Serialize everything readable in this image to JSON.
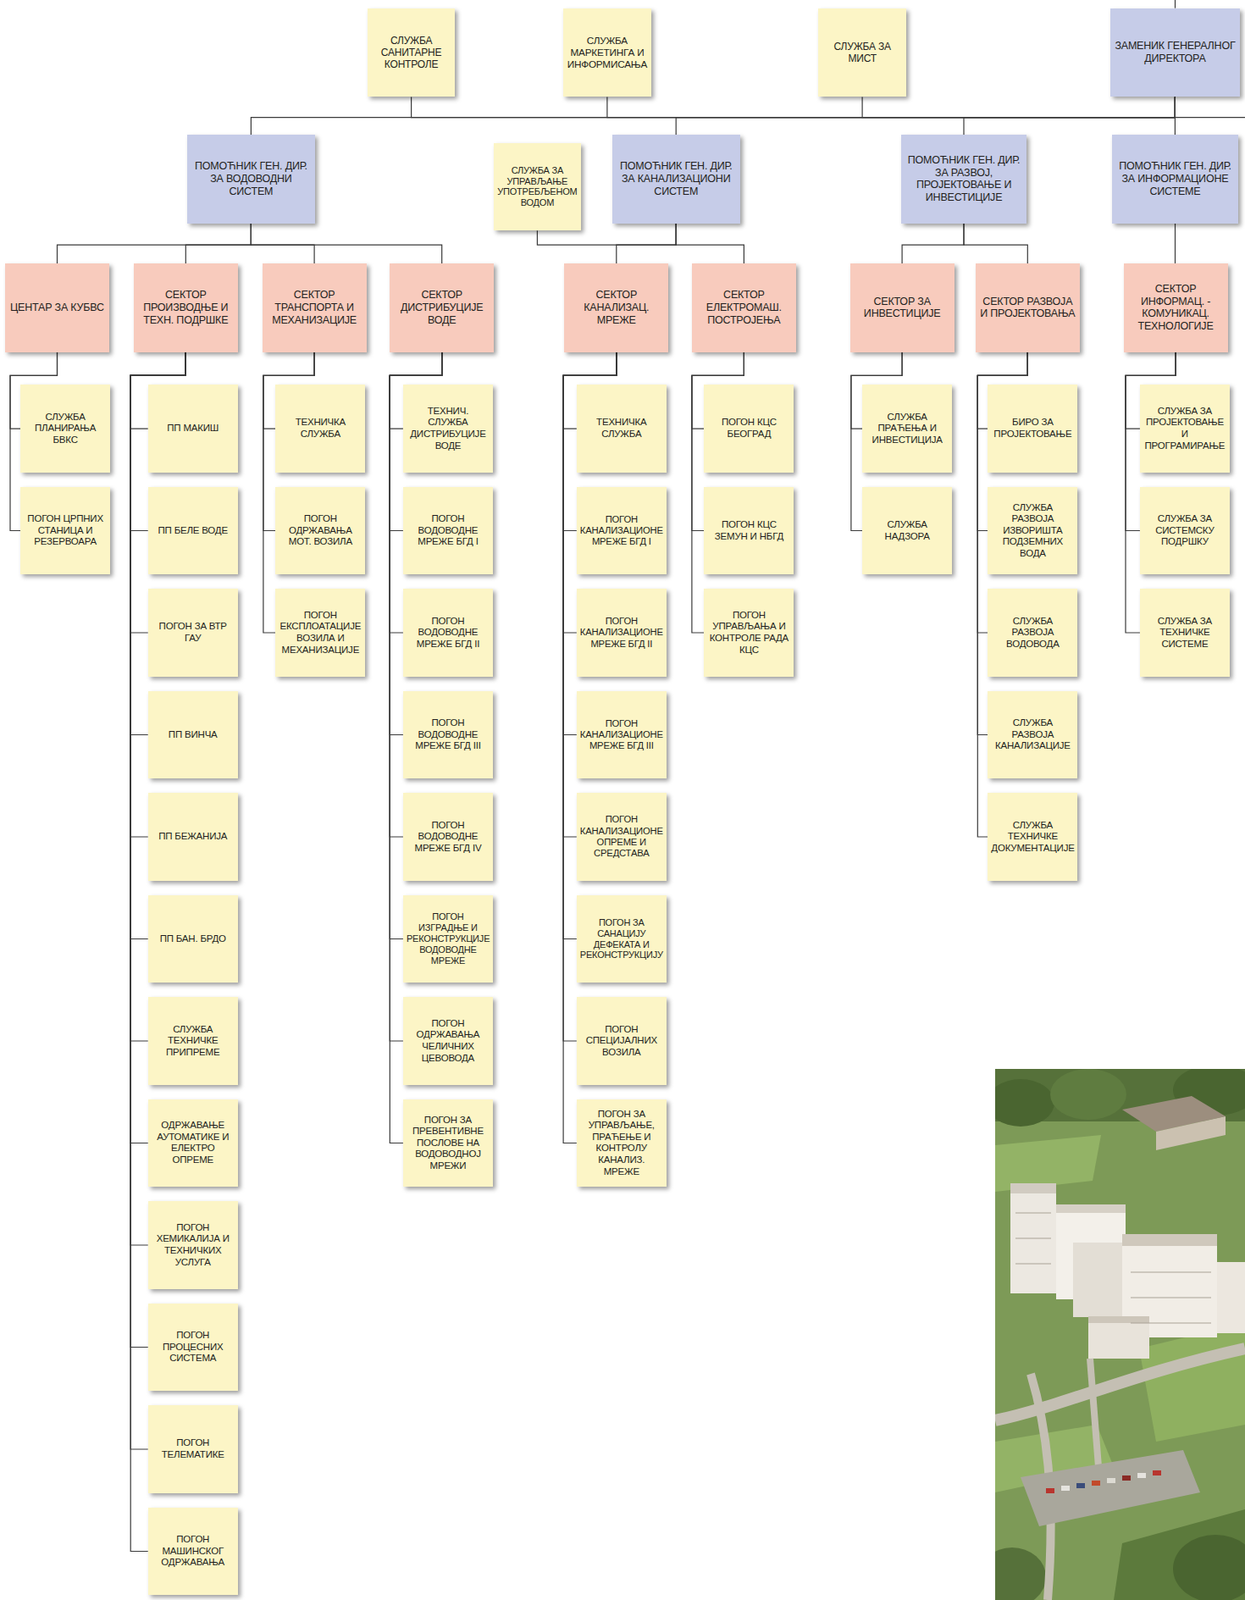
{
  "diagram": {
    "nodes": [
      {
        "text": [
          "СЛУЖБА САНИТАРНЕ КОНТРОЛЕ"
        ]
      },
      {
        "text": [
          "СЛУЖБА МАРКЕТИНГА И ИНФОРМИСАЊА"
        ]
      },
      {
        "text": [
          "СЛУЖБА ЗА МИСТ"
        ]
      },
      {
        "text": [
          "ЗАМЕНИК ГЕНЕРАЛНОГ ДИРЕКТОРА"
        ]
      },
      {
        "text": [
          "ПОМОЋНИК ГЕН. ДИР. ЗА ВОДОВОДНИ СИСТЕМ"
        ]
      },
      {
        "text": [
          "СЛУЖБА ЗА УПРАВЉАЊЕ УПОТРЕБЉЕНОМ ВОДОМ"
        ]
      },
      {
        "text": [
          "ПОМОЋНИК ГЕН. ДИР. ЗА КАНАЛИЗАЦИОНИ СИСТЕМ"
        ]
      },
      {
        "text": [
          "ПОМОЋНИК ГЕН. ДИР. ЗА РАЗВОЈ, ПРОЈЕКТОВАЊЕ И ИНВЕСТИЦИЈЕ"
        ]
      },
      {
        "text": [
          "ПОМОЋНИК ГЕН. ДИР. ЗА ИНФОРМАЦИОНЕ СИСТЕМЕ"
        ]
      },
      {
        "text": [
          "ЦЕНТАР ЗА КУБВС"
        ]
      },
      {
        "text": [
          "СЕКТОР ПРОИЗВОДЊЕ И ТЕХН. ПОДРШКЕ"
        ]
      },
      {
        "text": [
          "СЕКТОР ТРАНСПОРТА И МЕХАНИЗАЦИЈЕ"
        ]
      },
      {
        "text": [
          "СЕКТОР ДИСТРИБУЦИЈЕ ВОДЕ"
        ]
      },
      {
        "text": [
          "СЕКТОР КАНАЛИЗАЦ. МРЕЖЕ"
        ]
      },
      {
        "text": [
          "СЕКТОР ЕЛЕКТРОМАШ. ПОСТРОЈЕЊА"
        ]
      },
      {
        "text": [
          "СЕКТОР ЗА ИНВЕСТИЦИЈЕ"
        ]
      },
      {
        "text": [
          "СЕКТОР РАЗВОЈА И ПРОЈЕКТОВАЊА"
        ]
      },
      {
        "text": [
          "СЕКТОР ИНФОРМАЦ. - КОМУНИКАЦ. ТЕХНОЛОГИЈЕ"
        ]
      },
      {
        "text": [
          "СЛУЖБА ПЛАНИРАЊА БВКС"
        ]
      },
      {
        "text": [
          "ПОГОН ЦРПНИХ СТАНИЦА И РЕЗЕРВОАРА"
        ]
      },
      {
        "text": [
          "ПП МАКИШ"
        ]
      },
      {
        "text": [
          "ПП БЕЛЕ ВОДЕ"
        ]
      },
      {
        "text": [
          "ПОГОН ЗА ВТР ГАУ"
        ]
      },
      {
        "text": [
          "ПП ВИНЧА"
        ]
      },
      {
        "text": [
          "ПП БЕЖАНИЈА"
        ]
      },
      {
        "text": [
          "ПП БАН. БРДО"
        ]
      },
      {
        "text": [
          "СЛУЖБА ТЕХНИЧКЕ ПРИПРЕМЕ"
        ]
      },
      {
        "text": [
          "ОДРЖАВАЊЕ АУТОМАТИКЕ И ЕЛЕКТРО ОПРЕМЕ"
        ]
      },
      {
        "text": [
          "ПОГОН ХЕМИКАЛИЈА И ТЕХНИЧКИХ УСЛУГА"
        ]
      },
      {
        "text": [
          "ПОГОН ПРОЦЕСНИХ СИСТЕМА"
        ]
      },
      {
        "text": [
          "ПОГОН ТЕЛЕМАТИКЕ"
        ]
      },
      {
        "text": [
          "ПОГОН МАШИНСКОГ ОДРЖАВАЊА"
        ]
      },
      {
        "text": [
          "ТЕХНИЧКА СЛУЖБА"
        ]
      },
      {
        "text": [
          "ПОГОН ОДРЖАВАЊА МОТ. ВОЗИЛА"
        ]
      },
      {
        "text": [
          "ПОГОН ЕКСПЛОАТАЦИЈЕ ВОЗИЛА И МЕХАНИЗАЦИЈЕ"
        ]
      },
      {
        "text": [
          "ТЕХНИЧ. СЛУЖБА ДИСТРИБУЦИЈЕ ВОДЕ"
        ]
      },
      {
        "text": [
          "ПОГОН ВОДОВОДНЕ МРЕЖЕ БГД I"
        ]
      },
      {
        "text": [
          "ПОГОН ВОДОВОДНЕ МРЕЖЕ БГД II"
        ]
      },
      {
        "text": [
          "ПОГОН ВОДОВОДНЕ МРЕЖЕ БГД III"
        ]
      },
      {
        "text": [
          "ПОГОН ВОДОВОДНЕ МРЕЖЕ БГД IV"
        ]
      },
      {
        "text": [
          "ПОГОН ИЗГРАДЊЕ И РЕКОНСТРУКЦИЈЕ ВОДОВОДНЕ МРЕЖЕ"
        ]
      },
      {
        "text": [
          "ПОГОН ОДРЖАВАЊА ЧЕЛИЧНИХ ЦЕВОВОДА"
        ]
      },
      {
        "text": [
          "ПОГОН ЗА ПРЕВЕНТИВНЕ ПОСЛОВЕ НА ВОДОВОДНОЈ МРЕЖИ"
        ]
      },
      {
        "text": [
          "ТЕХНИЧКА СЛУЖБА"
        ]
      },
      {
        "text": [
          "ПОГОН КАНАЛИЗАЦИОНЕ МРЕЖЕ БГД I"
        ]
      },
      {
        "text": [
          "ПОГОН КАНАЛИЗАЦИОНЕ МРЕЖЕ БГД II"
        ]
      },
      {
        "text": [
          "ПОГОН КАНАЛИЗАЦИОНЕ МРЕЖЕ БГД III"
        ]
      },
      {
        "text": [
          "ПОГОН КАНАЛИЗАЦИОНЕ ОПРЕМЕ И СРЕДСТАВА"
        ]
      },
      {
        "text": [
          "ПОГОН ЗА САНАЦИЈУ ДЕФЕКАТА И РЕКОНСТРУКЦИЈУ"
        ]
      },
      {
        "text": [
          "ПОГОН СПЕЦИЈАЛНИХ ВОЗИЛА"
        ]
      },
      {
        "text": [
          "ПОГОН ЗА УПРАВЉАЊЕ, ПРАЋЕЊЕ И КОНТРОЛУ КАНАЛИЗ. МРЕЖЕ"
        ]
      },
      {
        "text": [
          "ПОГОН КЦС БЕОГРАД"
        ]
      },
      {
        "text": [
          "ПОГОН КЦС ЗЕМУН И НБГД"
        ]
      },
      {
        "text": [
          "ПОГОН УПРАВЉАЊА И КОНТРОЛЕ РАДА КЦС"
        ]
      },
      {
        "text": [
          "СЛУЖБА ПРАЋЕЊА И ИНВЕСТИЦИЈА"
        ]
      },
      {
        "text": [
          "СЛУЖБА НАДЗОРА"
        ]
      },
      {
        "text": [
          "БИРО ЗА ПРОЈЕКТОВАЊЕ"
        ]
      },
      {
        "text": [
          "СЛУЖБА РАЗВОЈА ИЗВОРИШТА ПОДЗЕМНИХ ВОДА"
        ]
      },
      {
        "text": [
          "СЛУЖБА РАЗВОЈА ВОДОВОДА"
        ]
      },
      {
        "text": [
          "СЛУЖБА РАЗВОЈА КАНАЛИЗАЦИЈЕ"
        ]
      },
      {
        "text": [
          "СЛУЖБА ТЕХНИЧКЕ ДОКУМЕНТАЦИЈЕ"
        ]
      },
      {
        "text": [
          "СЛУЖБА ЗА ПРОЈЕКТОВАЊЕ И ПРОГРАМИРАЊЕ"
        ]
      },
      {
        "text": [
          "СЛУЖБА ЗА СИСТЕМСКУ ПОДРШКУ"
        ]
      },
      {
        "text": [
          "СЛУЖБА ЗА ТЕХНИЧКЕ СИСТЕМЕ"
        ]
      }
    ],
    "edges": [
      {
        "from": 3,
        "to": 0,
        "arrow": "none"
      },
      {
        "from": 3,
        "to": 1,
        "arrow": "none"
      },
      {
        "from": 3,
        "to": 2,
        "arrow": "none"
      },
      {
        "from": 3,
        "to": 4,
        "arrow": "none"
      },
      {
        "from": 3,
        "to": 6,
        "arrow": "none"
      },
      {
        "from": 3,
        "to": 7,
        "arrow": "none"
      },
      {
        "from": 3,
        "to": 8,
        "arrow": "none"
      },
      {
        "from": 4,
        "to": 9,
        "arrow": "none"
      },
      {
        "from": 4,
        "to": 10,
        "arrow": "none"
      },
      {
        "from": 4,
        "to": 11,
        "arrow": "none"
      },
      {
        "from": 4,
        "to": 12,
        "arrow": "none"
      },
      {
        "from": 6,
        "to": 5,
        "arrow": "none"
      },
      {
        "from": 6,
        "to": 13,
        "arrow": "none"
      },
      {
        "from": 6,
        "to": 14,
        "arrow": "none"
      },
      {
        "from": 7,
        "to": 15,
        "arrow": "none"
      },
      {
        "from": 7,
        "to": 16,
        "arrow": "none"
      },
      {
        "from": 8,
        "to": 17,
        "arrow": "none"
      },
      {
        "from": 9,
        "to": 18,
        "arrow": "none"
      },
      {
        "from": 9,
        "to": 19,
        "arrow": "none"
      },
      {
        "from": 10,
        "to": 20,
        "arrow": "none"
      },
      {
        "from": 10,
        "to": 21,
        "arrow": "none"
      },
      {
        "from": 10,
        "to": 22,
        "arrow": "none"
      },
      {
        "from": 10,
        "to": 23,
        "arrow": "none"
      },
      {
        "from": 10,
        "to": 24,
        "arrow": "none"
      },
      {
        "from": 10,
        "to": 25,
        "arrow": "none"
      },
      {
        "from": 10,
        "to": 26,
        "arrow": "none"
      },
      {
        "from": 10,
        "to": 27,
        "arrow": "none"
      },
      {
        "from": 10,
        "to": 28,
        "arrow": "none"
      },
      {
        "from": 10,
        "to": 29,
        "arrow": "none"
      },
      {
        "from": 10,
        "to": 30,
        "arrow": "none"
      },
      {
        "from": 10,
        "to": 31,
        "arrow": "none"
      },
      {
        "from": 11,
        "to": 32,
        "arrow": "none"
      },
      {
        "from": 11,
        "to": 33,
        "arrow": "none"
      },
      {
        "from": 11,
        "to": 34,
        "arrow": "none"
      },
      {
        "from": 12,
        "to": 35,
        "arrow": "none"
      },
      {
        "from": 12,
        "to": 36,
        "arrow": "none"
      },
      {
        "from": 12,
        "to": 37,
        "arrow": "none"
      },
      {
        "from": 12,
        "to": 38,
        "arrow": "none"
      },
      {
        "from": 12,
        "to": 39,
        "arrow": "none"
      },
      {
        "from": 12,
        "to": 40,
        "arrow": "none"
      },
      {
        "from": 12,
        "to": 41,
        "arrow": "none"
      },
      {
        "from": 12,
        "to": 42,
        "arrow": "none"
      },
      {
        "from": 13,
        "to": 43,
        "arrow": "none"
      },
      {
        "from": 13,
        "to": 44,
        "arrow": "none"
      },
      {
        "from": 13,
        "to": 45,
        "arrow": "none"
      },
      {
        "from": 13,
        "to": 46,
        "arrow": "none"
      },
      {
        "from": 13,
        "to": 47,
        "arrow": "none"
      },
      {
        "from": 13,
        "to": 48,
        "arrow": "none"
      },
      {
        "from": 13,
        "to": 49,
        "arrow": "none"
      },
      {
        "from": 13,
        "to": 50,
        "arrow": "none"
      },
      {
        "from": 14,
        "to": 51,
        "arrow": "none"
      },
      {
        "from": 14,
        "to": 52,
        "arrow": "none"
      },
      {
        "from": 14,
        "to": 53,
        "arrow": "none"
      },
      {
        "from": 15,
        "to": 54,
        "arrow": "none"
      },
      {
        "from": 15,
        "to": 55,
        "arrow": "none"
      },
      {
        "from": 16,
        "to": 56,
        "arrow": "none"
      },
      {
        "from": 16,
        "to": 57,
        "arrow": "none"
      },
      {
        "from": 16,
        "to": 58,
        "arrow": "none"
      },
      {
        "from": 16,
        "to": 59,
        "arrow": "none"
      },
      {
        "from": 16,
        "to": 60,
        "arrow": "none"
      },
      {
        "from": 17,
        "to": 61,
        "arrow": "none"
      },
      {
        "from": 17,
        "to": 62,
        "arrow": "none"
      },
      {
        "from": 17,
        "to": 63,
        "arrow": "none"
      }
    ]
  }
}
